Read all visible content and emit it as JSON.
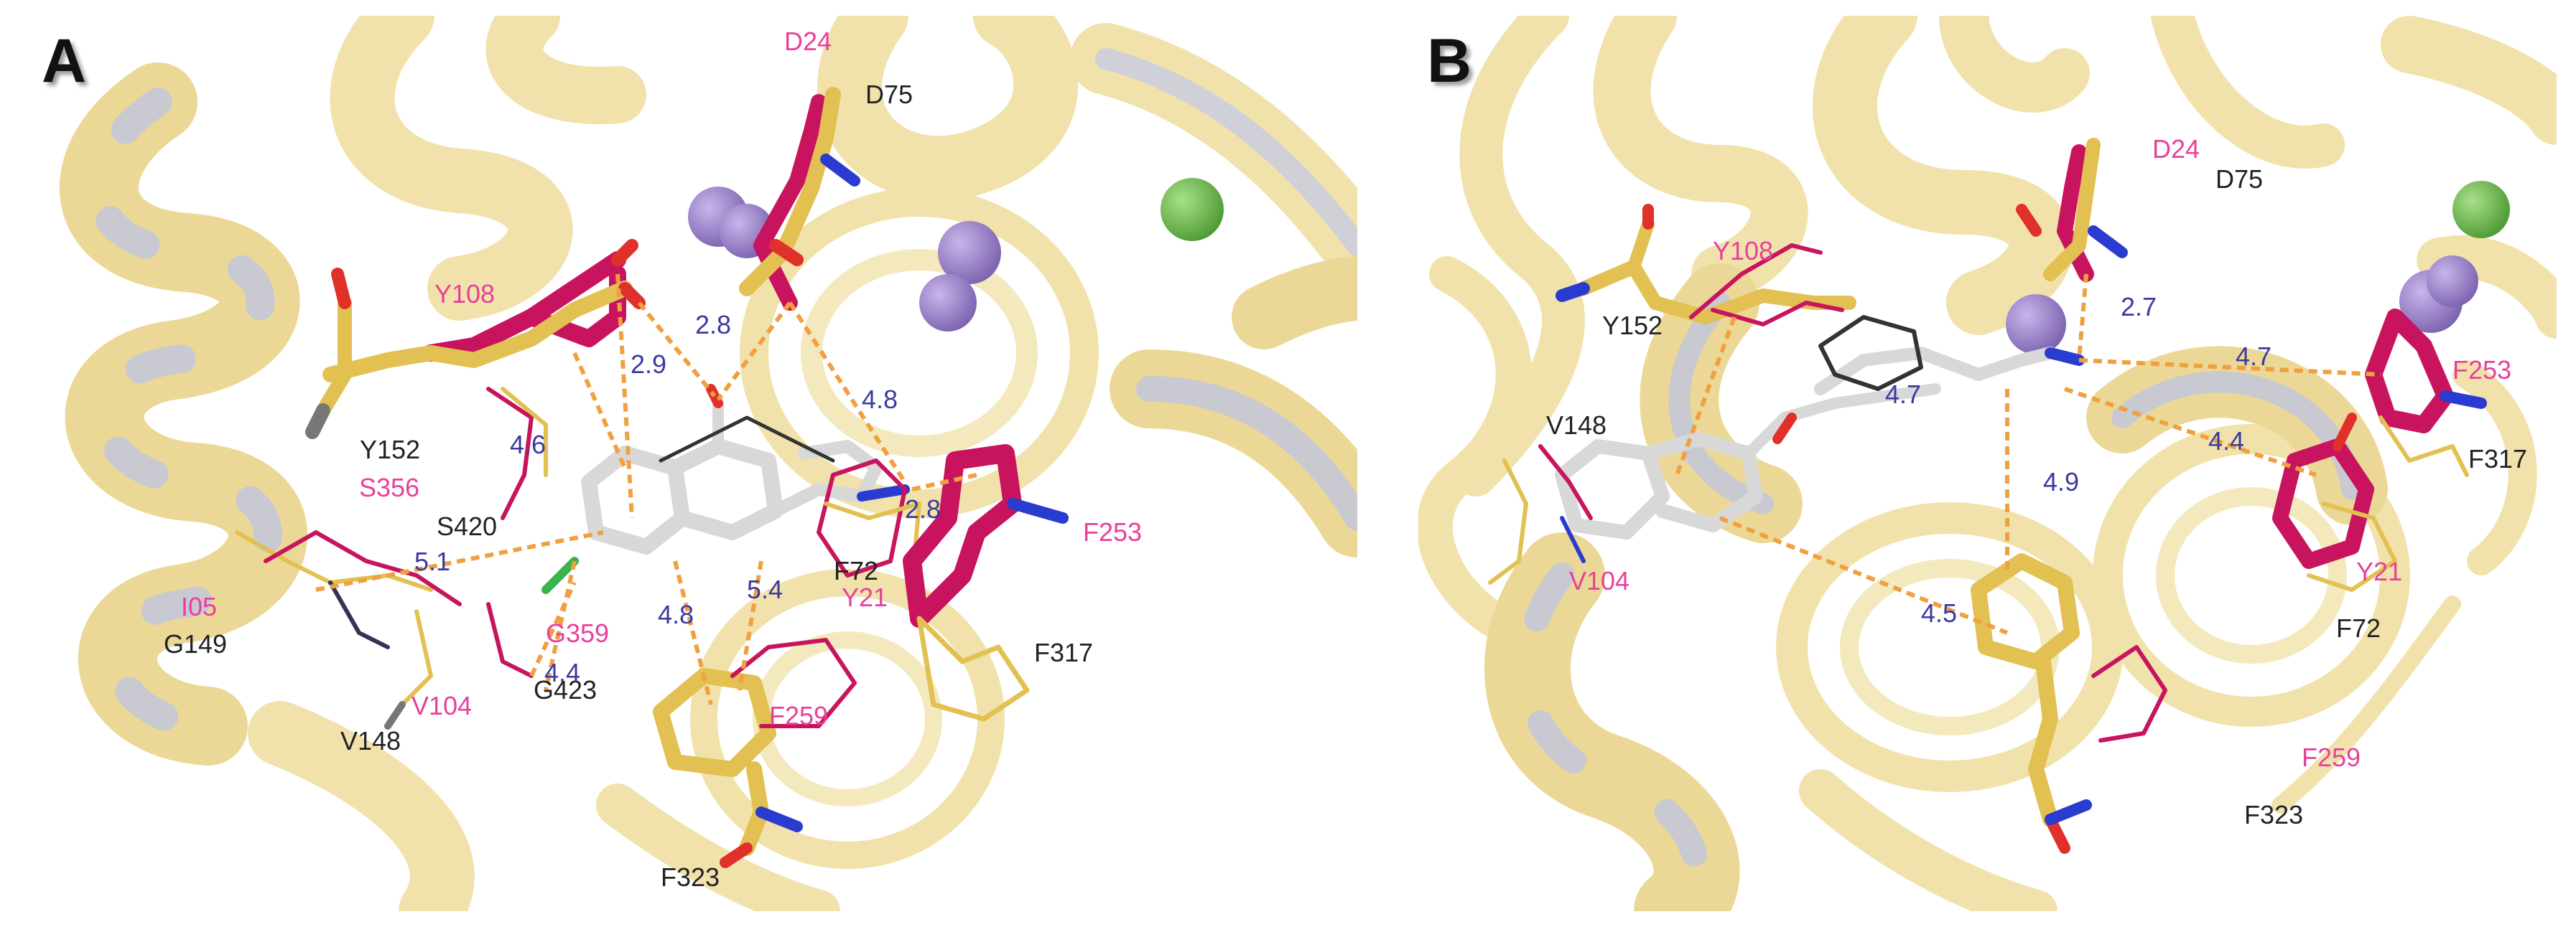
{
  "colors": {
    "ribbon": "#f2e2a8",
    "ribbon_inner": "#cfd0d8",
    "magenta": "#e8409a",
    "crimson": "#c8145e",
    "gold": "#e2c052",
    "ligand": "#d8d8d8",
    "nitrogen": "#2a3bd0",
    "oxygen": "#e0302a",
    "chlorine": "#39b34a",
    "ion_purple": "#9078c0",
    "ion_green": "#69b84a",
    "hbond": "#f0a040",
    "distance_text": "#3a3aa0",
    "black_text": "#222222"
  },
  "icons": [
    "protein-ribbon",
    "ion-sphere",
    "stick-model"
  ],
  "panels": [
    {
      "letter": "A",
      "residues_magenta": [
        "D24",
        "Y108",
        "S356",
        "I05",
        "G359",
        "V104",
        "Y21",
        "F259",
        "F253"
      ],
      "residues_black": [
        "D75",
        "Y152",
        "S420",
        "G149",
        "V148",
        "G423",
        "F72",
        "F317",
        "F323"
      ],
      "distances": [
        "2.8",
        "2.9",
        "4.8",
        "4.6",
        "5.1",
        "2.8",
        "5.4",
        "4.8",
        "4.4"
      ]
    },
    {
      "letter": "B",
      "residues_magenta": [
        "D24",
        "Y108",
        "V104",
        "F253",
        "Y21",
        "F259"
      ],
      "residues_black": [
        "D75",
        "Y152",
        "V148",
        "F317",
        "F72",
        "F323"
      ],
      "distances": [
        "2.7",
        "4.7",
        "4.7",
        "4.4",
        "4.9",
        "4.5"
      ]
    }
  ]
}
